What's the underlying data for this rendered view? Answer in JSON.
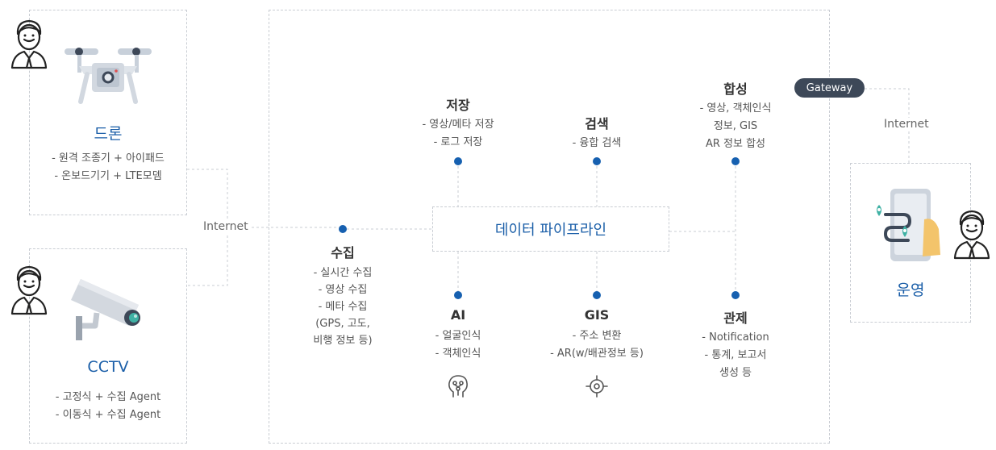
{
  "drone": {
    "title": "드론",
    "details": [
      "- 원격 조종기 + 아이패드",
      "- 온보드기기 + LTE모뎀"
    ]
  },
  "cctv": {
    "title": "CCTV",
    "details": [
      "- 고정식 + 수집 Agent",
      "- 이동식 + 수집 Agent"
    ]
  },
  "internet_left": "Internet",
  "internet_right": "Internet",
  "gateway": "Gateway",
  "pipeline": "데이터 파이프라인",
  "collect": {
    "title": "수집",
    "details": [
      "- 실시간 수집",
      "- 영상 수집",
      "- 메타 수집",
      "(GPS, 고도,",
      "비행 정보 등)"
    ]
  },
  "storage": {
    "title": "저장",
    "details": [
      "- 영상/메타 저장",
      "- 로그 저장"
    ]
  },
  "search": {
    "title": "검색",
    "details": [
      "- 융합 검색"
    ]
  },
  "synthesis": {
    "title": "합성",
    "details": [
      "- 영상, 객체인식",
      "정보, GIS",
      "AR 정보 합성"
    ]
  },
  "ai": {
    "title": "AI",
    "details": [
      "- 얼굴인식",
      "- 객체인식"
    ]
  },
  "gis": {
    "title": "GIS",
    "details": [
      "- 주소 변환",
      "- AR(w/배관정보 등)"
    ]
  },
  "control": {
    "title": "관제",
    "details": [
      "- Notification",
      "- 통계, 보고서",
      "생성 등"
    ]
  },
  "operation": {
    "title": "운영"
  },
  "colors": {
    "accent_blue": "#1a5ea8",
    "dot_blue": "#1660b0",
    "gateway_bg": "#3d4858",
    "dashed_border": "#c9cdd3"
  }
}
